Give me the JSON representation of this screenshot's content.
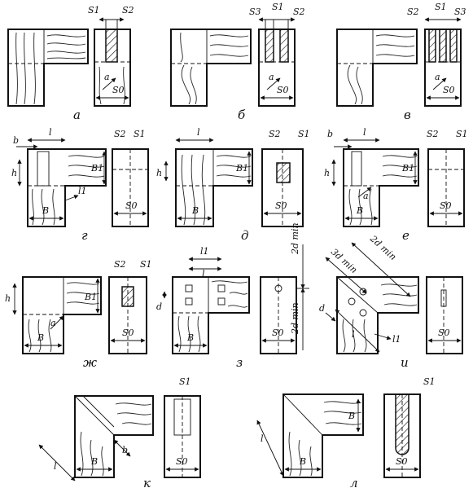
{
  "figure": {
    "panels": [
      {
        "id": "a",
        "caption": "а",
        "labels": [
          "S1",
          "S2",
          "a",
          "S0"
        ]
      },
      {
        "id": "b",
        "caption": "б",
        "labels": [
          "S3",
          "S1",
          "S2",
          "a",
          "S0"
        ]
      },
      {
        "id": "v",
        "caption": "в",
        "labels": [
          "S2",
          "S1",
          "S3",
          "a",
          "S0"
        ]
      },
      {
        "id": "g",
        "caption": "г",
        "labels": [
          "b",
          "l",
          "h",
          "B1",
          "l1",
          "B",
          "S2",
          "S1",
          "S0"
        ]
      },
      {
        "id": "d",
        "caption": "д",
        "labels": [
          "l",
          "h",
          "B1",
          "B",
          "S2",
          "S1",
          "S0"
        ]
      },
      {
        "id": "e",
        "caption": "е",
        "labels": [
          "b",
          "l",
          "h",
          "B1",
          "a",
          "B",
          "S2",
          "S1",
          "S0"
        ]
      },
      {
        "id": "zh",
        "caption": "ж",
        "labels": [
          "h",
          "B1",
          "a",
          "B",
          "S2",
          "S1",
          "S0"
        ]
      },
      {
        "id": "z",
        "caption": "з",
        "labels": [
          "l1",
          "l",
          "d",
          "B",
          "S0",
          "2d min",
          "2d min"
        ]
      },
      {
        "id": "i",
        "caption": "и",
        "labels": [
          "3d min",
          "2d min",
          "d",
          "l",
          "l1",
          "S0"
        ]
      },
      {
        "id": "k",
        "caption": "к",
        "labels": [
          "S1",
          "l",
          "B",
          "b",
          "S0"
        ]
      },
      {
        "id": "l",
        "caption": "л",
        "labels": [
          "S1",
          "B",
          "l",
          "B",
          "S0"
        ]
      }
    ]
  }
}
